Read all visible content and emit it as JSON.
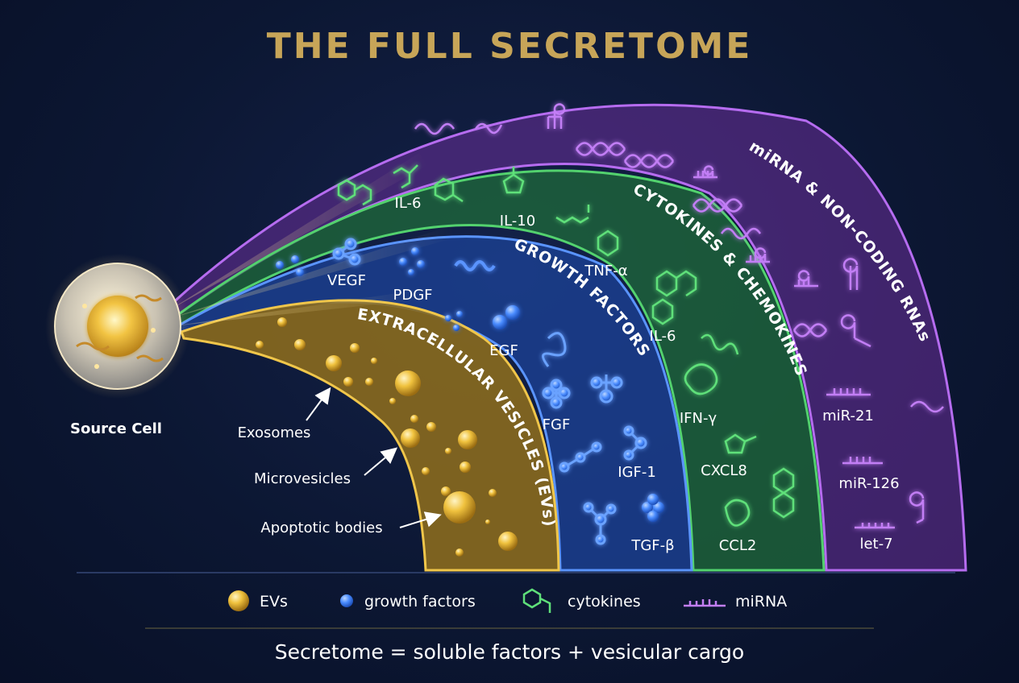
{
  "title": "THE FULL SECRETOME",
  "colors": {
    "title_gold": "#c7a558",
    "ev_gold": "#e7b73e",
    "growth_blue": "#3f7cf2",
    "cytokine_green": "#3fae55",
    "mirna_purple": "#9a4bd1",
    "background": "#0c1733"
  },
  "source_cell": {
    "label": "Source Cell"
  },
  "bands": {
    "ev": {
      "title": "EXTRACELLULAR VESICLES (EVs)"
    },
    "growth": {
      "title": "GROWTH FACTORS"
    },
    "cytokines": {
      "title": "CYTOKINES & CHEMOKINES"
    },
    "mirna": {
      "title": "miRNA & NON-CODING RNAs"
    }
  },
  "ev_labels": [
    "Exosomes",
    "Microvesicles",
    "Apoptotic bodies"
  ],
  "growth_factors": [
    "VEGF",
    "PDGF",
    "EGF",
    "FGF",
    "IGF-1",
    "TGF-β"
  ],
  "cytokines": [
    "IL-6",
    "IL-10",
    "TNF-α",
    "IL-6",
    "IFN-γ",
    "CXCL8",
    "CCL2"
  ],
  "mirnas": [
    "miR-21",
    "miR-126",
    "let-7"
  ],
  "legend": [
    {
      "label": "EVs",
      "icon": "gold-sphere-icon"
    },
    {
      "label": "growth factors",
      "icon": "blue-dot-icon"
    },
    {
      "label": "cytokines",
      "icon": "molecule-icon"
    },
    {
      "label": "miRNA",
      "icon": "hairpin-icon"
    }
  ],
  "footer": "Secretome = soluble factors + vesicular cargo"
}
